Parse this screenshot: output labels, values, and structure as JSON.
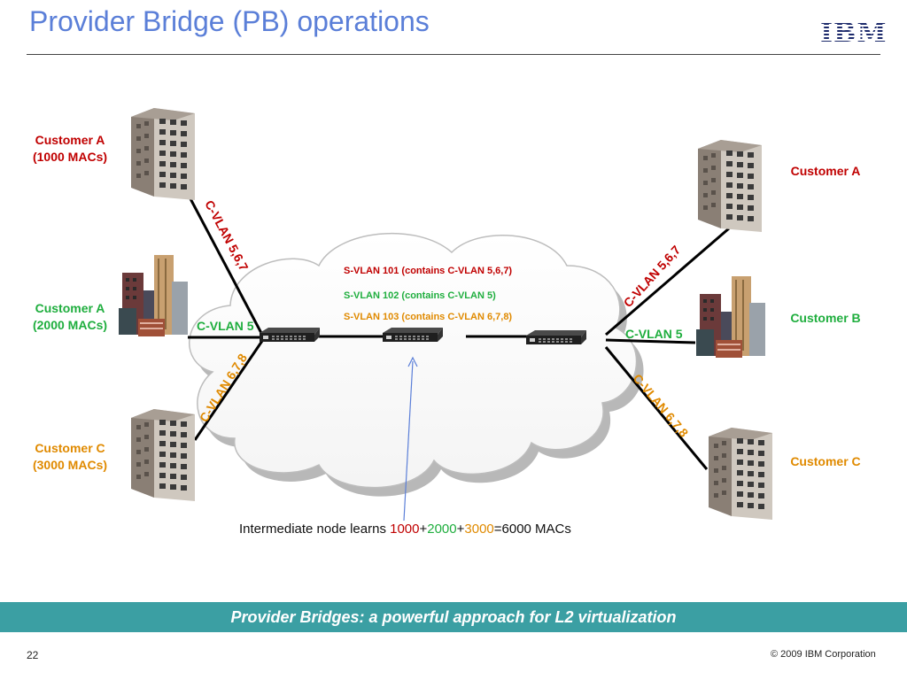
{
  "header": {
    "title": "Provider Bridge (PB) operations",
    "logo_text": "IBM"
  },
  "left_sites": [
    {
      "line1": "Customer A",
      "line2": "(1000 MACs)",
      "color": "#c00000"
    },
    {
      "line1": "Customer A",
      "line2": "(2000 MACs)",
      "color": "#1fae3e"
    },
    {
      "line1": "Customer C",
      "line2": "(3000 MACs)",
      "color": "#e08a00"
    }
  ],
  "right_sites": [
    {
      "label": "Customer A",
      "color": "#c00000"
    },
    {
      "label": "Customer B",
      "color": "#1fae3e"
    },
    {
      "label": "Customer C",
      "color": "#e08a00"
    }
  ],
  "link_labels": {
    "left_top": "C-VLAN 5,6,7",
    "left_mid": "C-VLAN 5",
    "left_bottom": "C-VLAN 6,7,8",
    "right_top": "C-VLAN 5,6,7",
    "right_mid": "C-VLAN 5",
    "right_bottom": "C-VLAN 6,7,8"
  },
  "svlans": [
    {
      "text": "S-VLAN 101 (contains C-VLAN 5,6,7)",
      "color": "#c00000"
    },
    {
      "text": "S-VLAN 102 (contains C-VLAN 5)",
      "color": "#1fae3e"
    },
    {
      "text": "S-VLAN 103 (contains C-VLAN 6,7,8)",
      "color": "#e08a00"
    }
  ],
  "caption": {
    "prefix": "Intermediate node learns ",
    "n1": "1000",
    "plus1": "+",
    "n2": "2000",
    "plus2": "+",
    "n3": "3000",
    "suffix": "=6000 MACs"
  },
  "banner": {
    "text": "Provider Bridges: a powerful approach for L2 virtualization",
    "color": "#3b9fa3"
  },
  "footer": {
    "page_number": "22",
    "copyright": "© 2009 IBM Corporation"
  }
}
